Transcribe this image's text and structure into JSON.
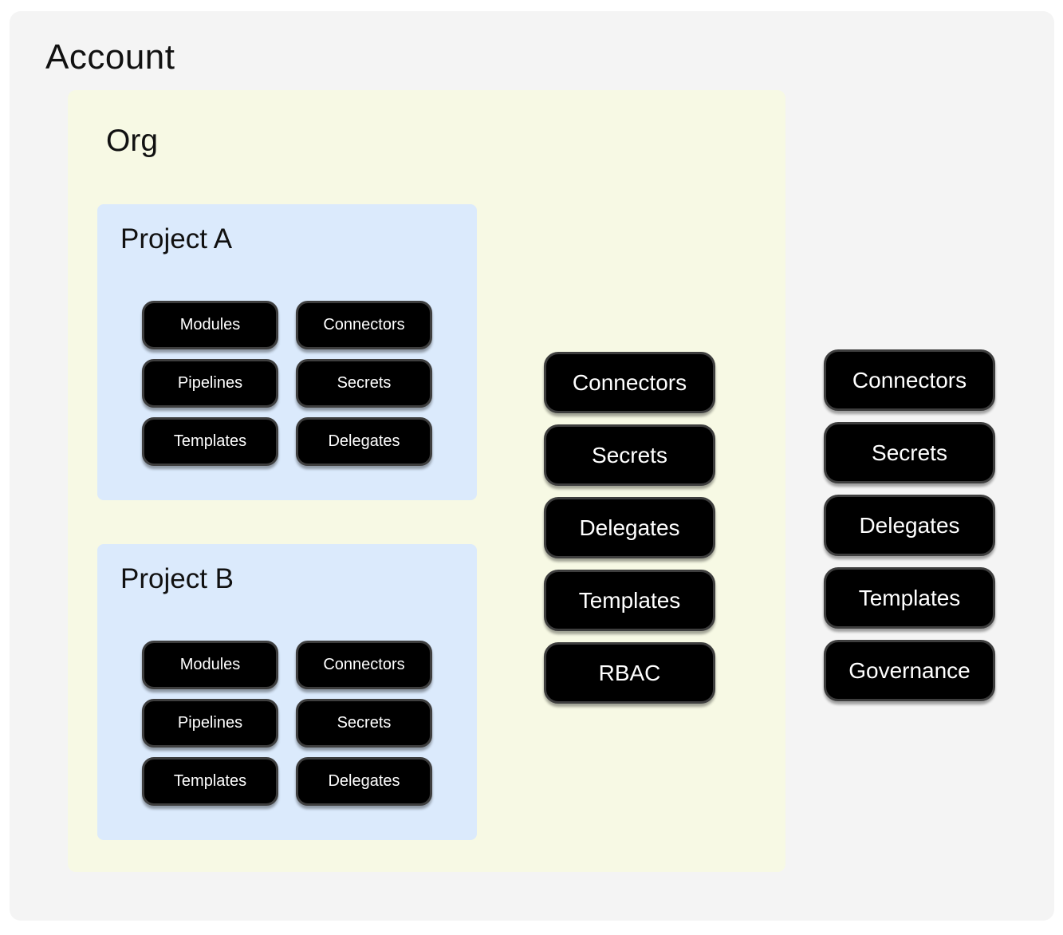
{
  "account": {
    "title": "Account",
    "pills": [
      "Connectors",
      "Secrets",
      "Delegates",
      "Templates",
      "Governance"
    ],
    "org": {
      "title": "Org",
      "pills": [
        "Connectors",
        "Secrets",
        "Delegates",
        "Templates",
        "RBAC"
      ],
      "projects": [
        {
          "title": "Project A",
          "pills": [
            "Modules",
            "Connectors",
            "Pipelines",
            "Secrets",
            "Templates",
            "Delegates"
          ]
        },
        {
          "title": "Project B",
          "pills": [
            "Modules",
            "Connectors",
            "Pipelines",
            "Secrets",
            "Templates",
            "Delegates"
          ]
        }
      ]
    }
  },
  "colors": {
    "account_bg": "#f4f4f4",
    "org_bg": "#f7f9e4",
    "project_bg": "#dbeafc",
    "pill_bg": "#000000",
    "pill_border": "#3e3e3e",
    "pill_text": "#ffffff",
    "title_text": "#111111"
  }
}
